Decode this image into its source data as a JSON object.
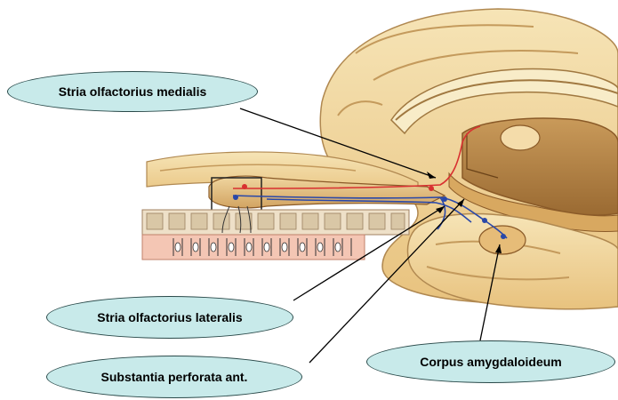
{
  "labels": {
    "medialis": "Stria olfactorius medialis",
    "lateralis": "Stria olfactorius lateralis",
    "perforata": "Substantia perforata ant.",
    "amygdala": "Corpus amygdaloideum"
  },
  "colors": {
    "label_fill": "#c8eaea",
    "tissue_light": "#f2d9a0",
    "tissue_mid": "#e2b876",
    "tissue_dark": "#b8884a",
    "fiber_red": "#d83030",
    "fiber_blue": "#2a48a8"
  }
}
